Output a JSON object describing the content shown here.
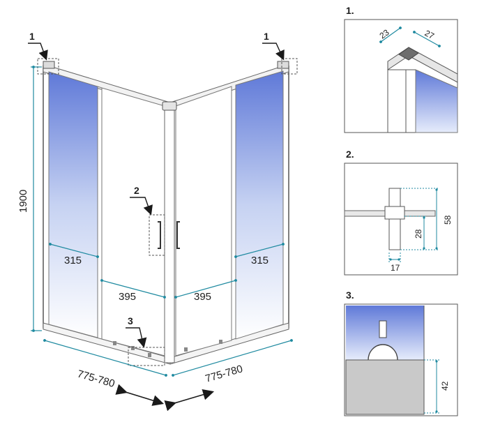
{
  "main": {
    "height": "1900",
    "panel_left": "315",
    "panel_right": "315",
    "door_left": "395",
    "door_right": "395",
    "base_left": "775-780",
    "base_right": "775-780",
    "callout_1_left": "1",
    "callout_1_right": "1",
    "callout_2": "2",
    "callout_3": "3"
  },
  "detail1": {
    "label": "1.",
    "dim_a": "23",
    "dim_b": "27"
  },
  "detail2": {
    "label": "2.",
    "dim_height": "58",
    "dim_inner": "28",
    "dim_width": "17"
  },
  "detail3": {
    "label": "3.",
    "dim_height": "42"
  },
  "colors": {
    "glass": "#5f79d8",
    "frame": "#9a9a9a",
    "dim_line": "#1f8aa0",
    "arrow": "#1a1a1a"
  }
}
